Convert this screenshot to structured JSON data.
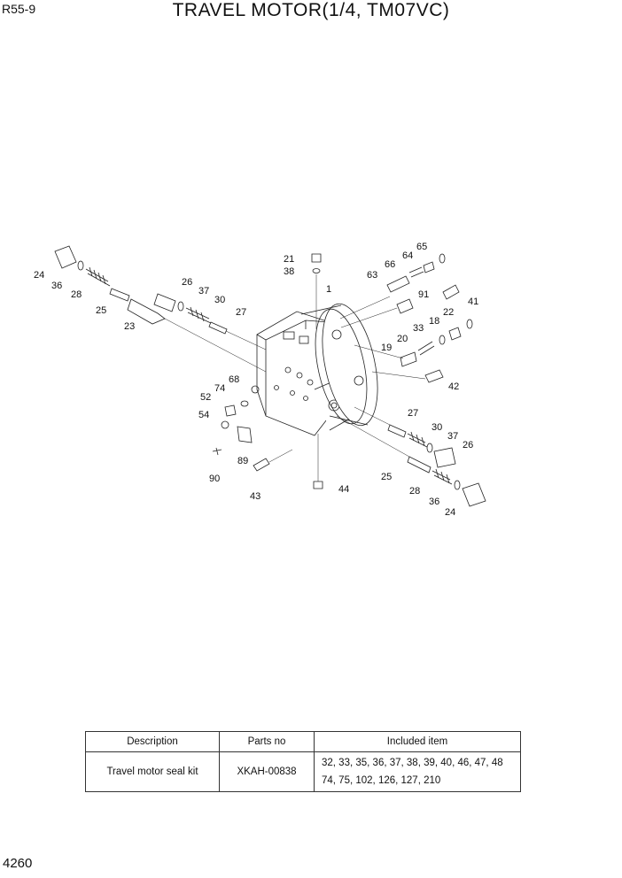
{
  "header": {
    "model": "R55-9",
    "title": "TRAVEL MOTOR(1/4, TM07VC)"
  },
  "page_number": "4260",
  "callouts": [
    "24",
    "36",
    "28",
    "25",
    "23",
    "26",
    "37",
    "30",
    "27",
    "21",
    "38",
    "1",
    "65",
    "64",
    "66",
    "63",
    "91",
    "41",
    "18",
    "22",
    "33",
    "20",
    "19",
    "42",
    "68",
    "74",
    "52",
    "54",
    "89",
    "90",
    "43",
    "44",
    "27",
    "30",
    "37",
    "26",
    "25",
    "28",
    "36",
    "24"
  ],
  "table": {
    "headers": [
      "Description",
      "Parts no",
      "Included item"
    ],
    "rows": [
      {
        "description": "Travel motor seal kit",
        "parts_no": "XKAH-00838",
        "included_line1": "32, 33, 35, 36, 37, 38, 39, 40, 46, 47, 48",
        "included_line2": "74, 75, 102, 126, 127, 210"
      }
    ]
  }
}
